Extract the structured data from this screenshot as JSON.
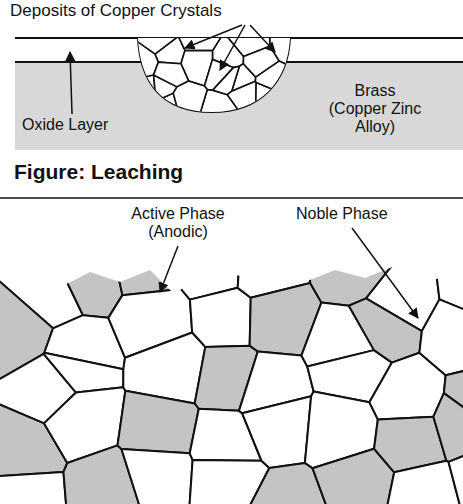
{
  "diagram": {
    "caption": "Figure: Leaching",
    "labels": [
      "Deposits of Copper Crystals",
      "Oxide Layer",
      "Brass (Copper Zinc Alloy)",
      "Active Phase (Anodic)",
      "Noble Phase"
    ]
  }
}
